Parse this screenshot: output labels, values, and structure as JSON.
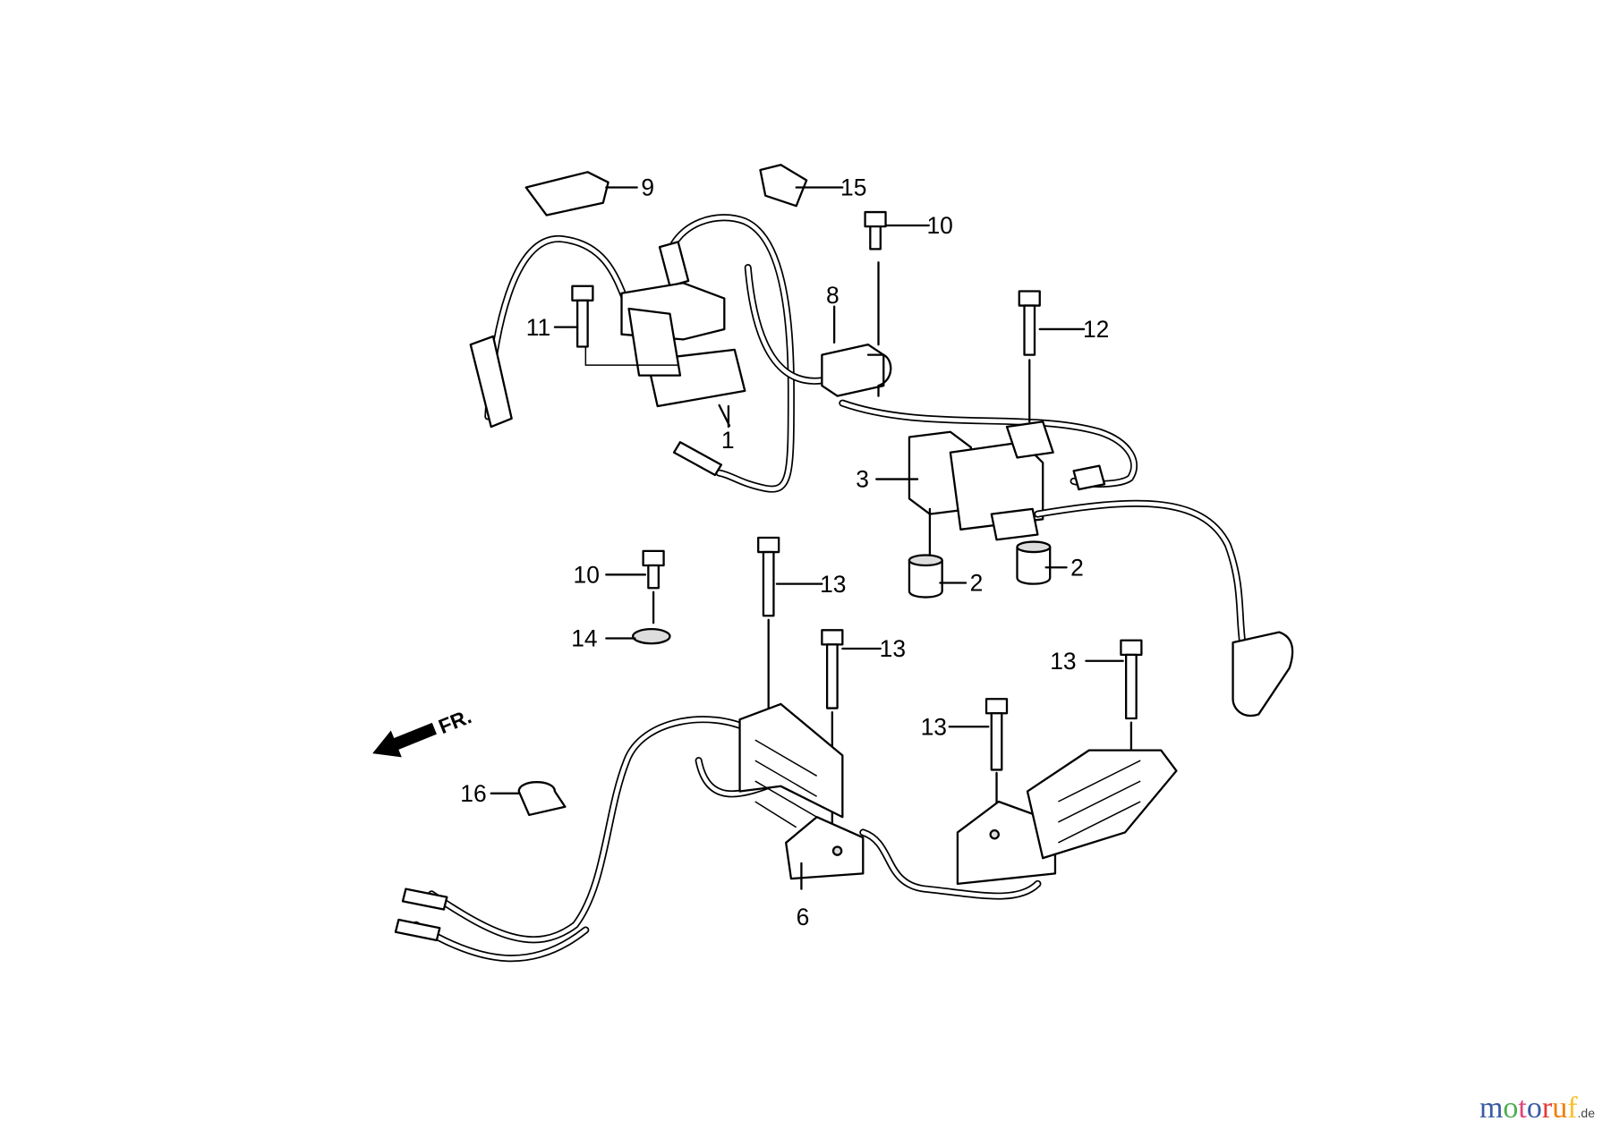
{
  "diagram": {
    "callouts": [
      "1",
      "2",
      "2",
      "3",
      "6",
      "8",
      "9",
      "10",
      "10",
      "11",
      "12",
      "13",
      "13",
      "13",
      "13",
      "14",
      "15",
      "16"
    ],
    "front_marker": "FR."
  },
  "watermark": {
    "text": "motoruf",
    "tld": ".de",
    "colors": [
      "#3b5ba5",
      "#4caf50",
      "#e0457b",
      "#3b5ba5",
      "#e53935",
      "#f57c00",
      "#fbc02d"
    ]
  }
}
